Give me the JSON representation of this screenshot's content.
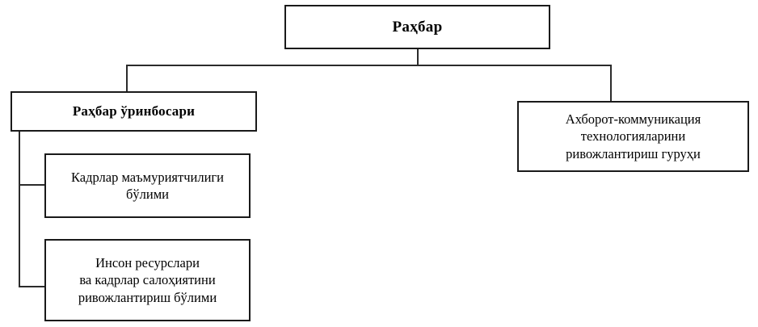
{
  "diagram": {
    "type": "organizational-chart",
    "language": "uz-Cyrl",
    "nodes": {
      "root": {
        "label": "Раҳбар",
        "level": 1
      },
      "deputy": {
        "label": "Раҳбар ўринбосари",
        "level": 2
      },
      "ict_group": {
        "label": "Ахборот-коммуникация\nтехнологияларини\nривожлантириш гуруҳи",
        "lines": [
          "Ахборот-коммуникация",
          "технологияларини",
          "ривожлантириш гуруҳи"
        ],
        "level": 2
      },
      "hr_admin": {
        "label": "Кадрлар маъмуриятчилиги\nбўлими",
        "lines": [
          "Кадрлар маъмуриятчилиги",
          "бўлими"
        ],
        "level": 3
      },
      "hr_development": {
        "label": "Инсон ресурслари\nва кадрлар салоҳиятини\nривожлантириш бўлими",
        "lines": [
          "Инсон ресурслари",
          "ва кадрлар салоҳиятини",
          "ривожлантириш бўлими"
        ],
        "level": 3
      }
    },
    "edges": [
      {
        "from": "root",
        "to": "deputy"
      },
      {
        "from": "root",
        "to": "ict_group"
      },
      {
        "from": "deputy",
        "to": "hr_admin"
      },
      {
        "from": "deputy",
        "to": "hr_development"
      }
    ],
    "colors": {
      "border": "#1a1a1a",
      "connector": "#2b2b2b",
      "background": "#ffffff",
      "text": "#000000"
    }
  }
}
